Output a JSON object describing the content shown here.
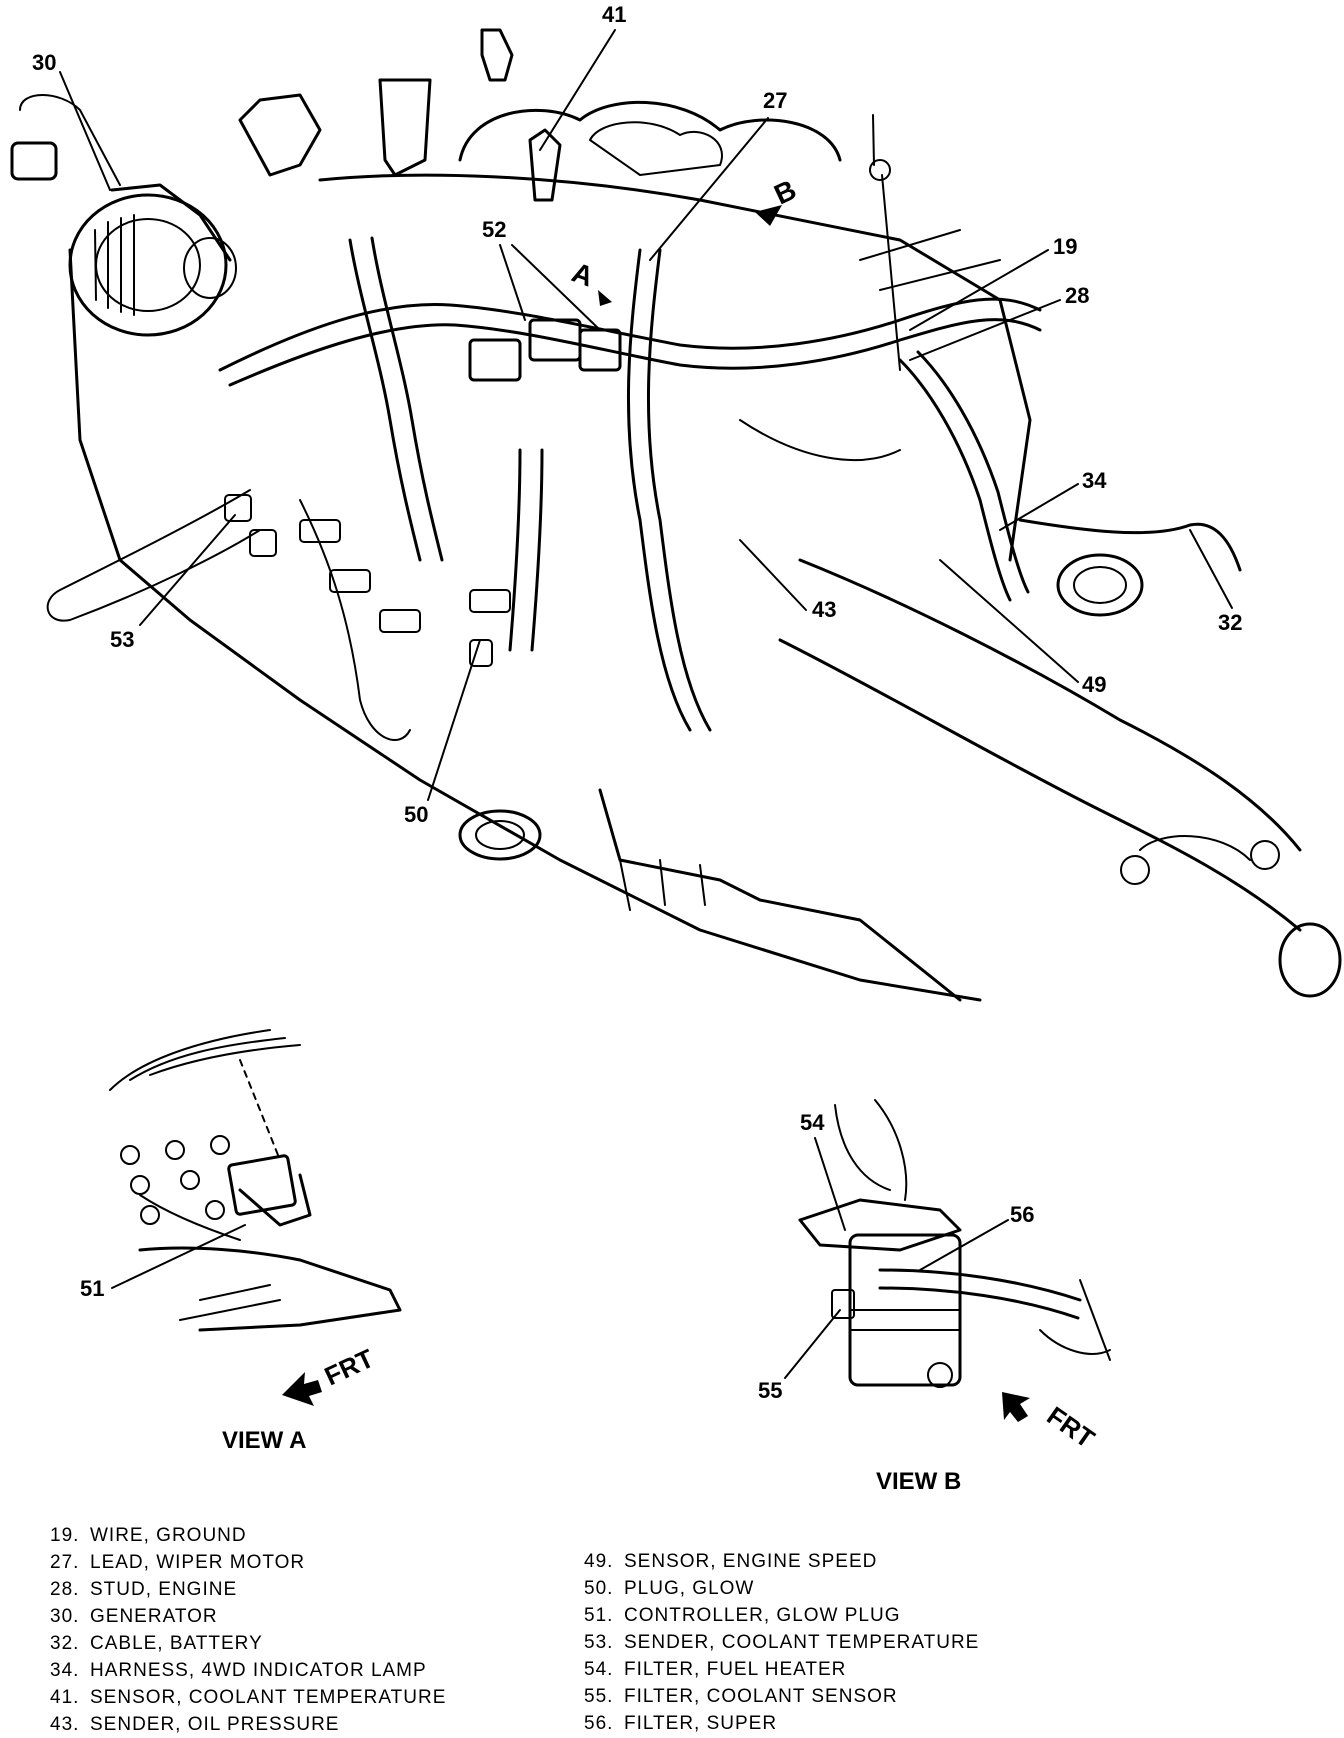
{
  "callouts": {
    "c19": "19",
    "c27": "27",
    "c28": "28",
    "c30": "30",
    "c32": "32",
    "c34": "34",
    "c41": "41",
    "c43": "43",
    "c49": "49",
    "c50": "50",
    "c51": "51",
    "c52": "52",
    "c53": "53",
    "c54": "54",
    "c55": "55",
    "c56": "56"
  },
  "view_marks": {
    "a": "A",
    "b": "B"
  },
  "views": {
    "view_a": {
      "title": "VIEW A",
      "frt": "FRT"
    },
    "view_b": {
      "title": "VIEW B",
      "frt": "FRT"
    }
  },
  "legend": {
    "left": [
      {
        "num": "19.",
        "text": "WIRE, GROUND"
      },
      {
        "num": "27.",
        "text": "LEAD, WIPER MOTOR"
      },
      {
        "num": "28.",
        "text": "STUD, ENGINE"
      },
      {
        "num": "30.",
        "text": "GENERATOR"
      },
      {
        "num": "32.",
        "text": "CABLE, BATTERY"
      },
      {
        "num": "34.",
        "text": "HARNESS, 4WD INDICATOR LAMP"
      },
      {
        "num": "41.",
        "text": "SENSOR, COOLANT TEMPERATURE"
      },
      {
        "num": "43.",
        "text": "SENDER, OIL PRESSURE"
      }
    ],
    "right": [
      {
        "num": "49.",
        "text": "SENSOR, ENGINE SPEED"
      },
      {
        "num": "50.",
        "text": "PLUG, GLOW"
      },
      {
        "num": "51.",
        "text": "CONTROLLER, GLOW PLUG"
      },
      {
        "num": "53.",
        "text": "SENDER, COOLANT TEMPERATURE"
      },
      {
        "num": "54.",
        "text": "FILTER, FUEL HEATER"
      },
      {
        "num": "55.",
        "text": "FILTER, COOLANT SENSOR"
      },
      {
        "num": "56.",
        "text": "FILTER, SUPER"
      }
    ]
  }
}
